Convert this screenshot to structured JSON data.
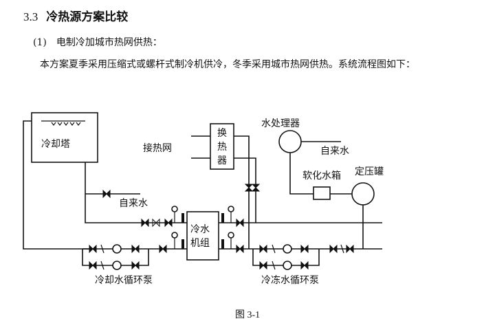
{
  "section": {
    "number": "3.3",
    "title": "冷热源方案比较"
  },
  "item": {
    "index": "(1)",
    "title": "电制冷加城市热网供热："
  },
  "paragraph": "本方案夏季采用压缩式或螺杆式制冷机供冷，冬季采用城市热网供热。系统流程图如下：",
  "diagram": {
    "cooling_tower": "冷却塔",
    "city_water_top": "自来水",
    "city_water_left": "自来水",
    "heat_network": "接热网",
    "heat_exchanger": [
      "换",
      "热",
      "器"
    ],
    "water_treatment": "水处理器",
    "softened_water_tank": "软化水箱",
    "pressure_tank": "定压罐",
    "chiller": [
      "冷水",
      "机组"
    ],
    "cooling_pump": "冷却水循环泵",
    "chilled_pump": "冷冻水循环泵"
  },
  "caption": "图 3-1"
}
